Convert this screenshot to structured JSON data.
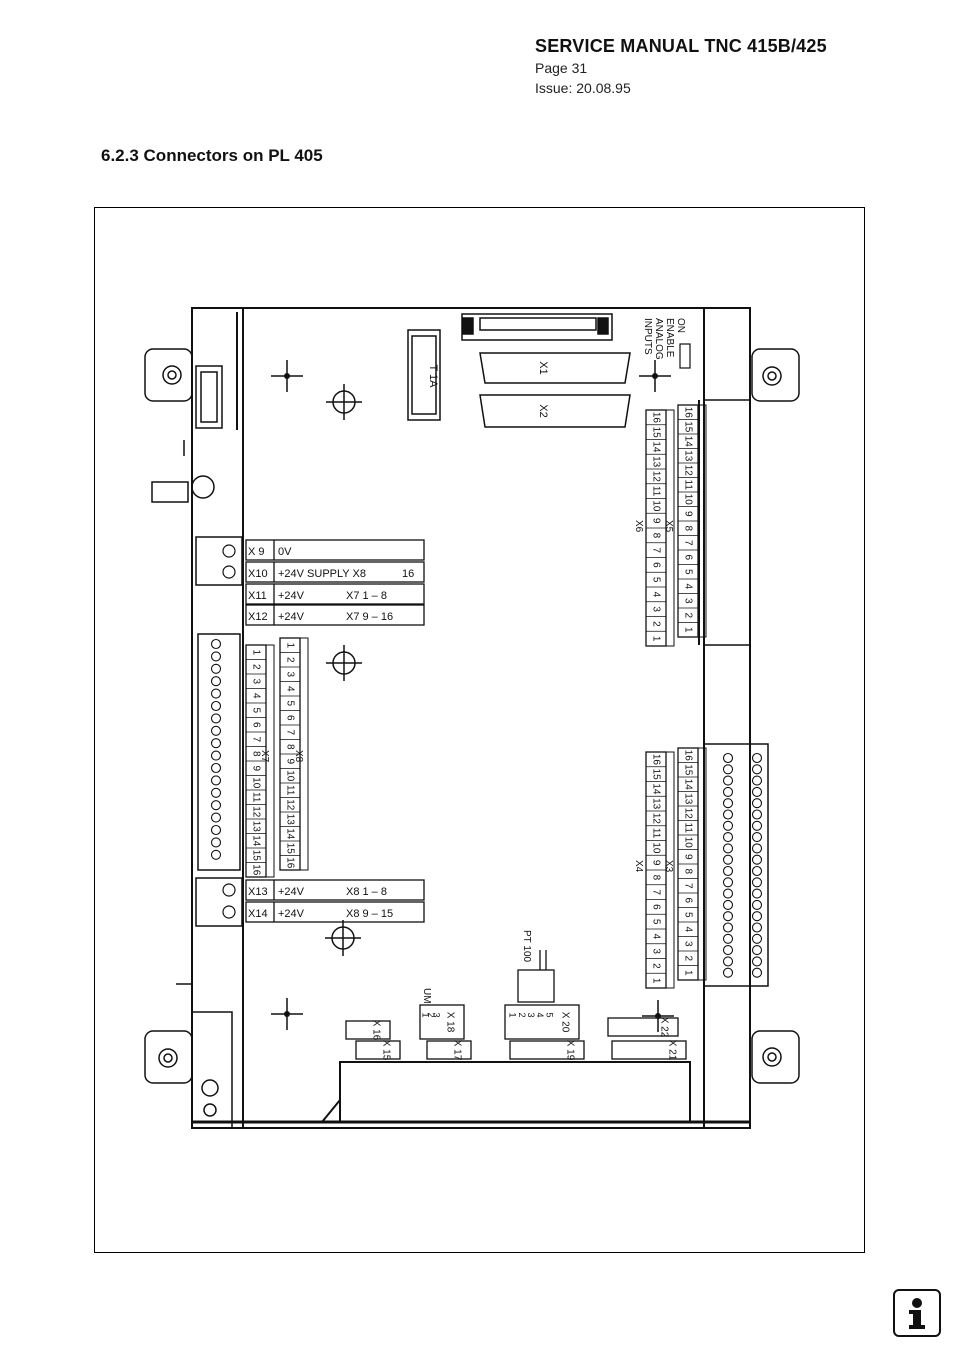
{
  "header": {
    "title": "SERVICE MANUAL TNC 415B/425",
    "page": "Page 31",
    "issue": "Issue: 20.08.95"
  },
  "section": {
    "heading": "6.2.3 Connectors on PL 405"
  },
  "board": {
    "top_labels": [
      "ON",
      "ENABLE",
      "ANALOG",
      "INPUTS"
    ],
    "fuse": "T 1A",
    "sub_d": [
      "X1",
      "X2"
    ],
    "supply": [
      {
        "conn": "X 9",
        "text": "0V",
        "ref": ""
      },
      {
        "conn": "X10",
        "text": "+24V  SUPPLY  X8",
        "ref": "16"
      },
      {
        "conn": "X11",
        "text": "+24V",
        "ref": "X7  1 – 8"
      },
      {
        "conn": "X12",
        "text": "+24V",
        "ref": "X7  9 – 16"
      },
      {
        "conn": "X13",
        "text": "+24V",
        "ref": "X8  1 – 8"
      },
      {
        "conn": "X14",
        "text": "+24V",
        "ref": "X8  9 – 15"
      }
    ],
    "strips": [
      {
        "name": "X5",
        "pins": "16 15 14 13 12 11 10 9 8 7 6 5 4 3 2 1"
      },
      {
        "name": "X6",
        "pins": "16 15 14 13 12 11 10 9 8 7 6 5 4 3 2 1"
      },
      {
        "name": "X8",
        "pins": "1 2 3 4 5 6 7 8 9 10 11 12 13 14 15 16"
      },
      {
        "name": "X7",
        "pins": "1 2 3 4 5 6 7 8 9 10 11 12 13 14 15 16"
      },
      {
        "name": "X3",
        "pins": "16 15 14 13 12 11 10 9 8 7 6 5 4 3 2 1"
      },
      {
        "name": "X4",
        "pins": "16 15 14 13 12 11 10 9 8 7 6 5 4 3 2 1"
      }
    ],
    "bottom": [
      {
        "name": "X 16",
        "pins": ""
      },
      {
        "name": "X 15",
        "pins": ""
      },
      {
        "name": "X 18",
        "pins": "1 2 3"
      },
      {
        "name": "X 17",
        "pins": ""
      },
      {
        "name": "X 20",
        "pins": "1 2 3 4 5"
      },
      {
        "name": "X 19",
        "pins": ""
      },
      {
        "name": "X 22",
        "pins": ""
      },
      {
        "name": "X 21",
        "pins": ""
      }
    ],
    "sensor": "PT 100",
    "um": "UM"
  },
  "icons": [
    "info-icon"
  ]
}
